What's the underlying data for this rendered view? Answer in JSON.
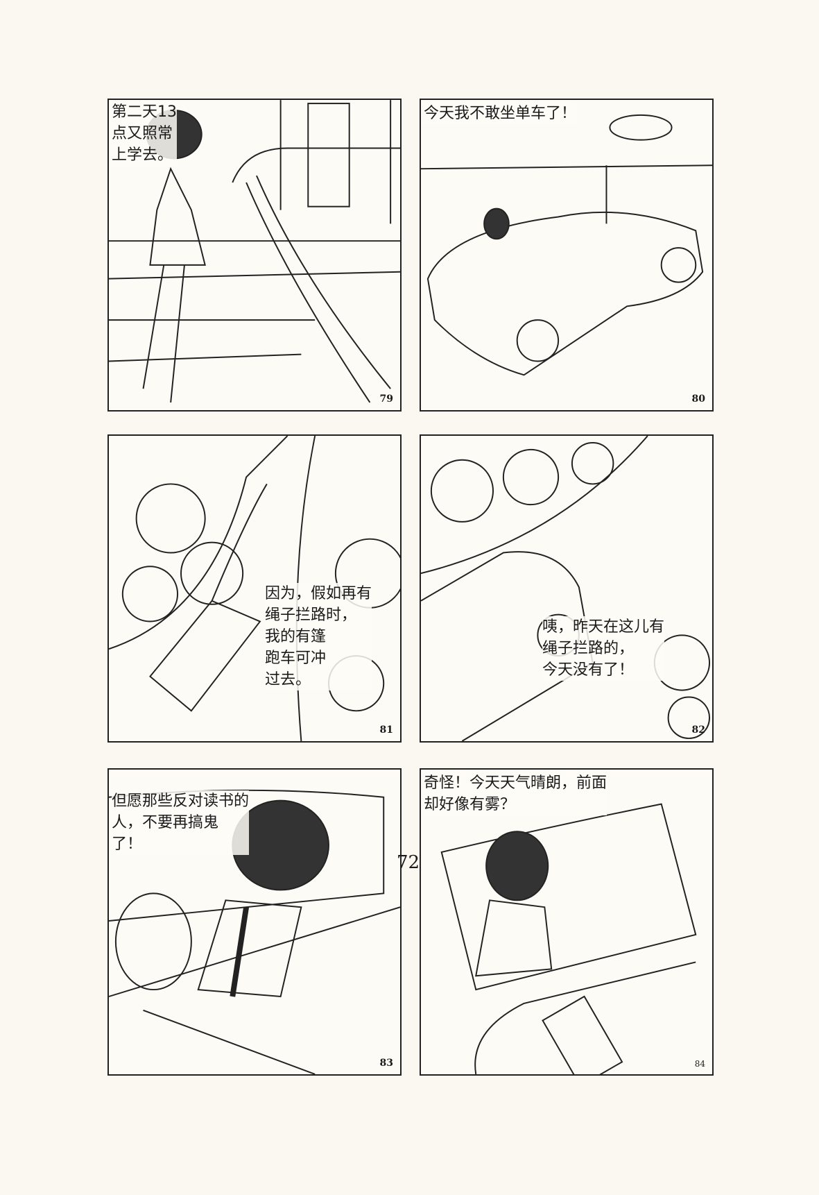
{
  "panels": [
    {
      "number": "79",
      "caption": "第二天13\n点又照常\n上学去。"
    },
    {
      "number": "80",
      "caption": "今天我不敢坐单车了！"
    },
    {
      "number": "81",
      "caption": "因为，假如再有\n绳子拦路时，\n我的有篷\n跑车可冲\n过去。"
    },
    {
      "number": "82",
      "caption": "咦，昨天在这儿有\n绳子拦路的，\n今天没有了！"
    },
    {
      "number": "83",
      "caption": "但愿那些反对读书的\n人，不要再搞鬼\n了！"
    },
    {
      "number": "84",
      "caption": "奇怪！今天天气晴朗，前面\n却好像有雾？"
    }
  ],
  "page_number": "72"
}
